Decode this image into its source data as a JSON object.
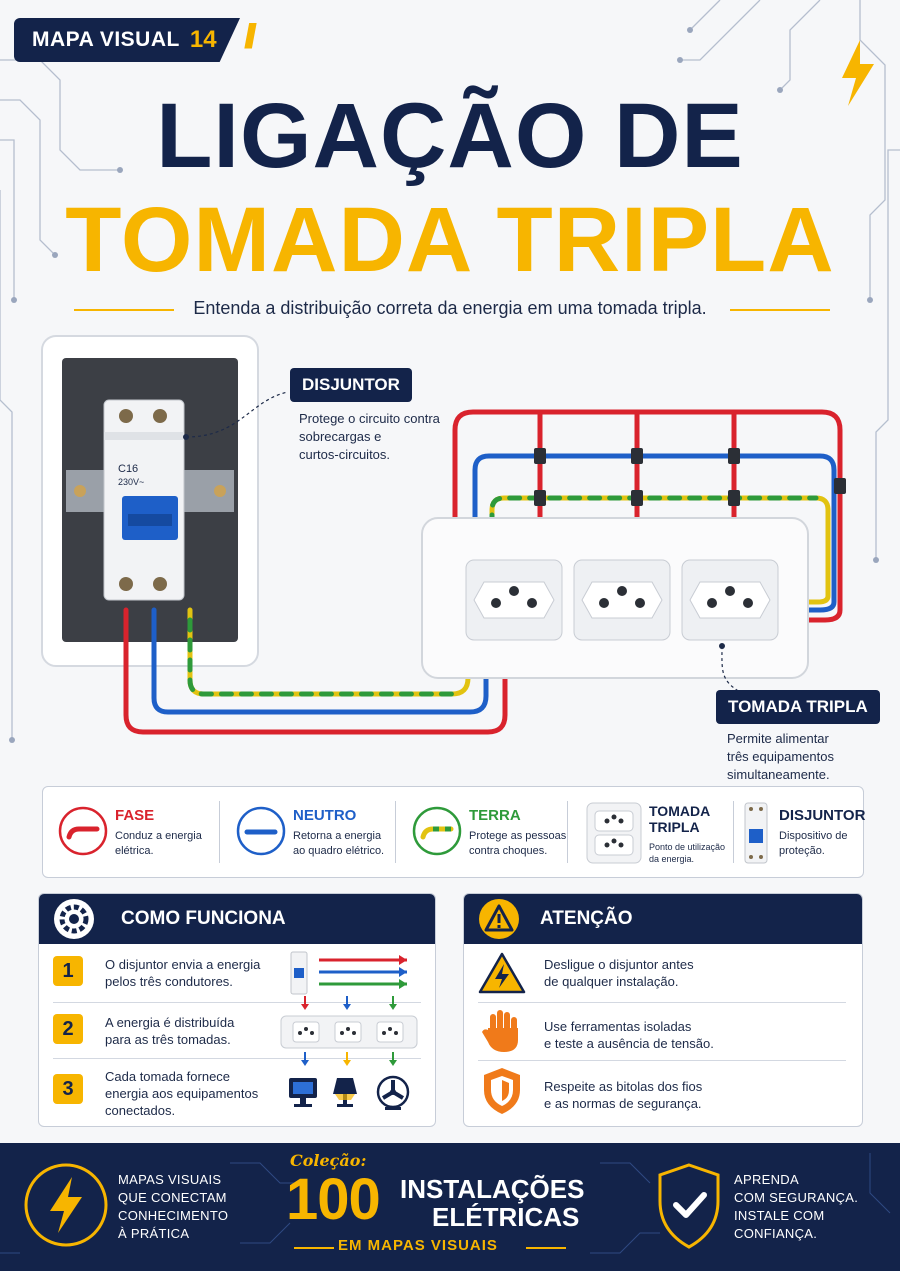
{
  "header": {
    "badge_text": "MAPA VISUAL",
    "badge_number": "14",
    "title_line1": "LIGAÇÃO DE",
    "title_line2": "TOMADA TRIPLA",
    "subtitle": "Entenda a distribuição correta da energia em uma tomada tripla."
  },
  "diagram": {
    "breaker_rating": "C16",
    "breaker_voltage": "230V~",
    "disjuntor_label": "DISJUNTOR",
    "disjuntor_desc": [
      "Protege o circuito contra",
      "sobrecargas e",
      "curtos-circuitos."
    ],
    "tomada_label": "TOMADA TRIPLA",
    "tomada_desc": [
      "Permite alimentar",
      "três equipamentos",
      "simultaneamente."
    ]
  },
  "legend": [
    {
      "title": "FASE",
      "desc": [
        "Conduz a energia",
        "elétrica."
      ],
      "color": "#d9232d",
      "icon": "phase-wire-icon"
    },
    {
      "title": "NEUTRO",
      "desc": [
        "Retorna a energia",
        "ao quadro elétrico."
      ],
      "color": "#1e5fc8",
      "icon": "neutral-wire-icon"
    },
    {
      "title": "TERRA",
      "desc": [
        "Protege as pessoas",
        "contra choques."
      ],
      "color": "#2e9a3a",
      "icon": "ground-wire-icon"
    },
    {
      "title": [
        "TOMADA",
        "TRIPLA"
      ],
      "desc": [
        "Ponto de utilização",
        "da energia."
      ],
      "icon": "triple-outlet-icon"
    },
    {
      "title": "DISJUNTOR",
      "desc": [
        "Dispositivo de",
        "proteção."
      ],
      "icon": "breaker-icon"
    }
  ],
  "como_funciona": {
    "title": "COMO FUNCIONA",
    "steps": [
      {
        "number": "1",
        "text": [
          "O disjuntor envia a energia",
          "pelos três condutores."
        ]
      },
      {
        "number": "2",
        "text": [
          "A energia é distribuída",
          "para as três tomadas."
        ]
      },
      {
        "number": "3",
        "text": [
          "Cada tomada fornece",
          "energia aos equipamentos",
          "conectados."
        ]
      }
    ]
  },
  "atencao": {
    "title": "ATENÇÃO",
    "items": [
      {
        "icon": "warning-bolt-icon",
        "text": [
          "Desligue o disjuntor antes",
          "de qualquer instalação."
        ]
      },
      {
        "icon": "glove-hand-icon",
        "text": [
          "Use ferramentas isoladas",
          "e teste a ausência de tensão."
        ]
      },
      {
        "icon": "shield-icon",
        "text": [
          "Respeite as bitolas dos fios",
          "e as normas de segurança."
        ]
      }
    ]
  },
  "footer": {
    "left_text": [
      "MAPAS VISUAIS",
      "QUE CONECTAM",
      "CONHECIMENTO",
      "À PRÁTICA"
    ],
    "colecao": "Coleção:",
    "number": "100",
    "instalacoes": "INSTALAÇÕES",
    "eletricas": "ELÉTRICAS",
    "em_mapas": "EM MAPAS VISUAIS",
    "right_text": [
      "APRENDA",
      "COM SEGURANÇA.",
      "INSTALE COM",
      "CONFIANÇA."
    ]
  },
  "colors": {
    "navy": "#13234a",
    "yellow": "#f7b500",
    "phase": "#d9232d",
    "neutral": "#1e5fc8",
    "ground": "#2e9a3a"
  }
}
